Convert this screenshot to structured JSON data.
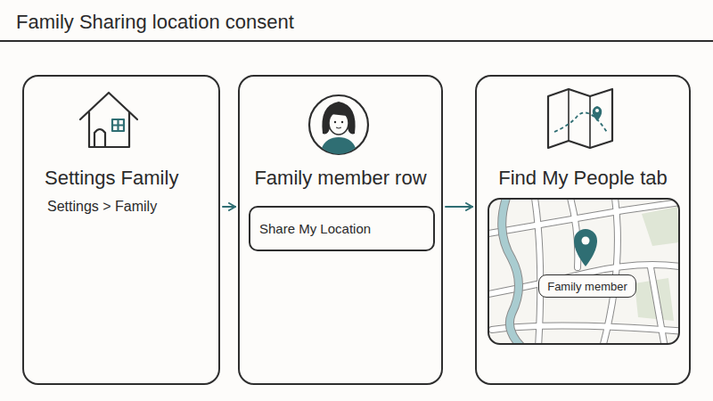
{
  "diagram": {
    "title": "Family Sharing location consent",
    "nodes": [
      {
        "text": [
          "Settings Family",
          "Settings > Family"
        ]
      },
      {
        "text": [
          "Family member row"
        ]
      },
      {
        "text": [
          "Share My Location"
        ],
        "in": 1
      },
      {
        "text": [
          "Find My People tab"
        ]
      },
      {
        "text": [
          "Family member"
        ],
        "in": 3
      }
    ],
    "edges": [
      {
        "from": 0,
        "to": 1,
        "arrow": "to"
      },
      {
        "from": 1,
        "to": 3,
        "arrow": "to"
      }
    ]
  }
}
